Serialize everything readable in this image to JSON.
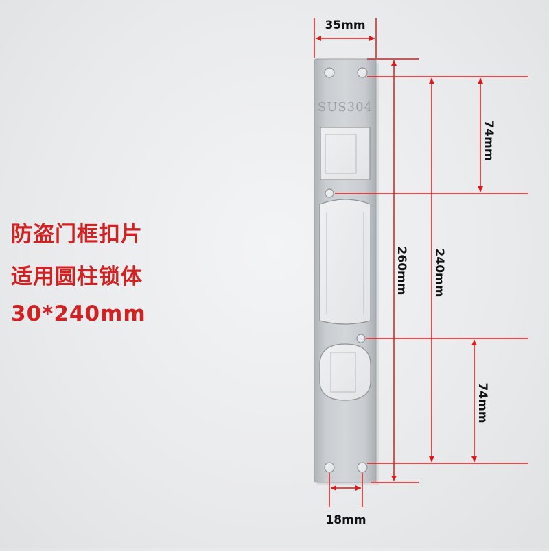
{
  "product_label": {
    "line1": "防盗门框扣片",
    "line2": "适用圆柱锁体",
    "line3": "30*240mm"
  },
  "plate": {
    "engraving": "SUS304",
    "color": "#c4c8cc"
  },
  "dimensions": {
    "width_top": "35mm",
    "hole_spacing_bottom": "18mm",
    "upper_segment": "74mm",
    "lower_segment": "74mm",
    "hole_to_hole": "240mm",
    "overall_length": "260mm"
  },
  "colors": {
    "label_red": "#d42020",
    "dimension_line_red": "#e01818",
    "background": "#e9eaec"
  }
}
